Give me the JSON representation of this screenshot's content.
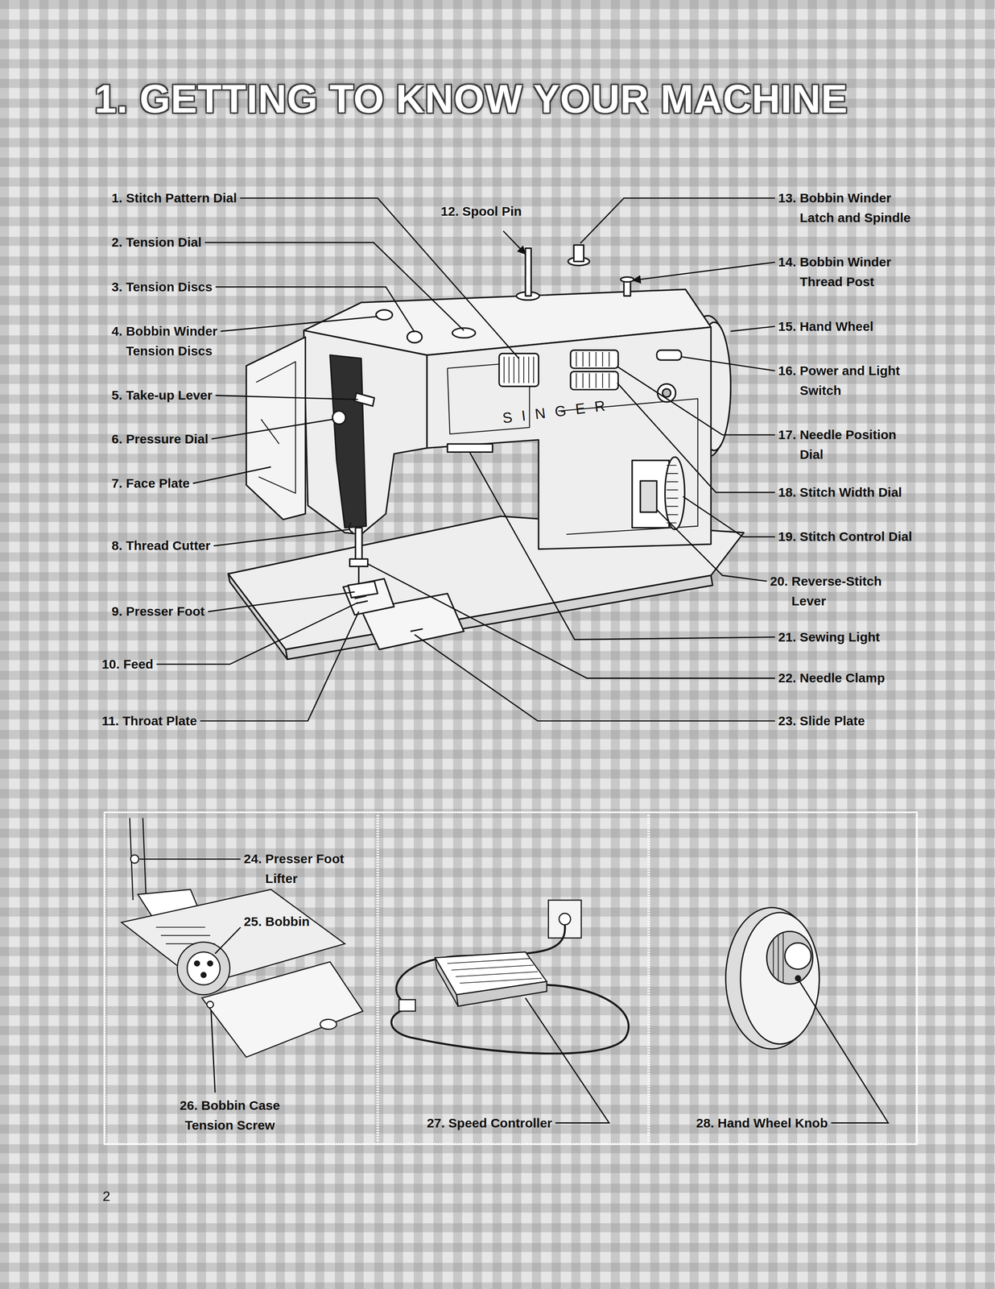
{
  "diagram": {
    "title": "1. GETTING TO KNOW YOUR MACHINE",
    "nodes": [
      {
        "text": [
          "24. Presser Foot Lifter",
          "25. Bobbin",
          "26. Bobbin Case Tension Screw"
        ]
      },
      {
        "text": [
          "27. Speed Controller"
        ]
      },
      {
        "text": [
          "28. Hand Wheel Knob"
        ]
      }
    ],
    "labels": [
      "1. Stitch Pattern Dial",
      "2. Tension Dial",
      "3. Tension Discs",
      "4. Bobbin Winder Tension Discs",
      "5. Take-up Lever",
      "6. Pressure Dial",
      "7. Face Plate",
      "8. Thread Cutter",
      "9. Presser Foot",
      "10. Feed",
      "11. Throat Plate",
      "12. Spool Pin",
      "13. Bobbin Winder Latch and Spindle",
      "14. Bobbin Winder Thread Post",
      "15. Hand Wheel",
      "16. Power and Light Switch",
      "17. Needle Position Dial",
      "18. Stitch Width Dial",
      "19. Stitch Control Dial",
      "20. Reverse-Stitch Lever",
      "21. Sewing Light",
      "22. Needle Clamp",
      "23. Slide Plate",
      "SINGER",
      "2"
    ]
  }
}
